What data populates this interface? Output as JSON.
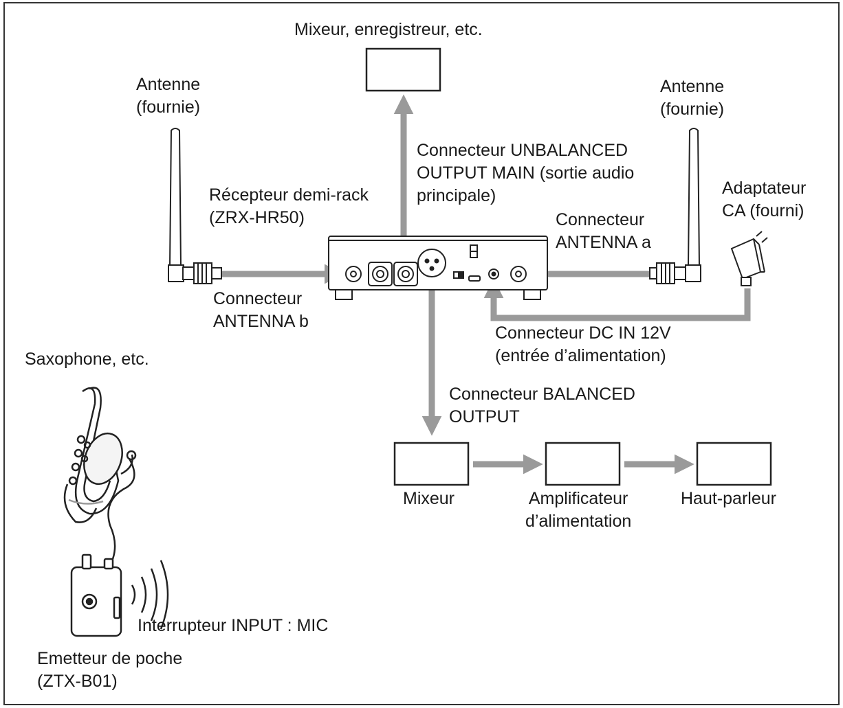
{
  "colors": {
    "line": "#222222",
    "arrow": "#9a9a9a",
    "device": "#ffffff"
  },
  "labels": {
    "mixer_recorder": "Mixeur, enregistreur, etc.",
    "antenna_left": [
      "Antenne",
      "(fournie)"
    ],
    "antenna_right": [
      "Antenne",
      "(fournie)"
    ],
    "unbalanced_output": [
      "Connecteur UNBALANCED",
      "OUTPUT MAIN (sortie audio",
      "principale)"
    ],
    "receiver": [
      "Récepteur demi-rack",
      "(ZRX-HR50)"
    ],
    "ac_adapter": [
      "Adaptateur",
      "CA (fourni)"
    ],
    "antenna_a": [
      "Connecteur",
      "ANTENNA a"
    ],
    "antenna_b": [
      "Connecteur",
      "ANTENNA b"
    ],
    "dc_in": [
      "Connecteur DC IN 12V",
      "(entrée d’alimentation)"
    ],
    "saxophone": "Saxophone, etc.",
    "balanced_output": [
      "Connecteur BALANCED",
      "OUTPUT"
    ],
    "mixer": "Mixeur",
    "amplifier": [
      "Amplificateur",
      "d’alimentation"
    ],
    "speaker": "Haut-parleur",
    "input_switch": "Interrupteur INPUT : MIC",
    "transmitter": [
      "Emetteur de poche",
      "(ZTX-B01)"
    ]
  }
}
